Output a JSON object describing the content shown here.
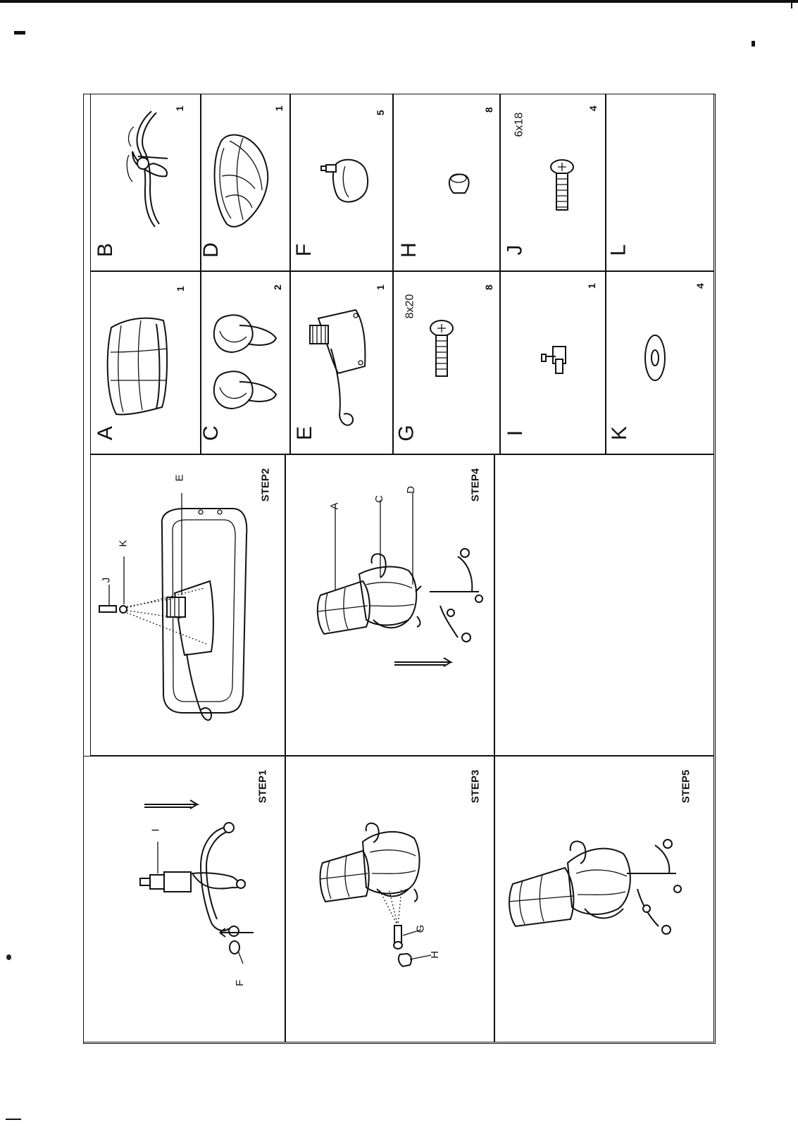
{
  "parts": [
    {
      "letter": "A",
      "qty": "1",
      "spec": ""
    },
    {
      "letter": "B",
      "qty": "1",
      "spec": ""
    },
    {
      "letter": "C",
      "qty": "2",
      "spec": ""
    },
    {
      "letter": "D",
      "qty": "1",
      "spec": ""
    },
    {
      "letter": "E",
      "qty": "1",
      "spec": ""
    },
    {
      "letter": "F",
      "qty": "5",
      "spec": ""
    },
    {
      "letter": "G",
      "qty": "8",
      "spec": "8x20"
    },
    {
      "letter": "H",
      "qty": "8",
      "spec": ""
    },
    {
      "letter": "I",
      "qty": "1",
      "spec": ""
    },
    {
      "letter": "J",
      "qty": "4",
      "spec": "6x18"
    },
    {
      "letter": "K",
      "qty": "4",
      "spec": ""
    },
    {
      "letter": "L",
      "qty": "",
      "spec": ""
    }
  ],
  "steps": [
    {
      "label": "STEP1",
      "callouts": [
        "I",
        "F"
      ]
    },
    {
      "label": "STEP2",
      "callouts": [
        "J",
        "K",
        "E"
      ]
    },
    {
      "label": "STEP3",
      "callouts": [
        "G",
        "H"
      ]
    },
    {
      "label": "STEP4",
      "callouts": [
        "A",
        "C",
        "D"
      ]
    },
    {
      "label": "STEP5",
      "callouts": []
    }
  ]
}
